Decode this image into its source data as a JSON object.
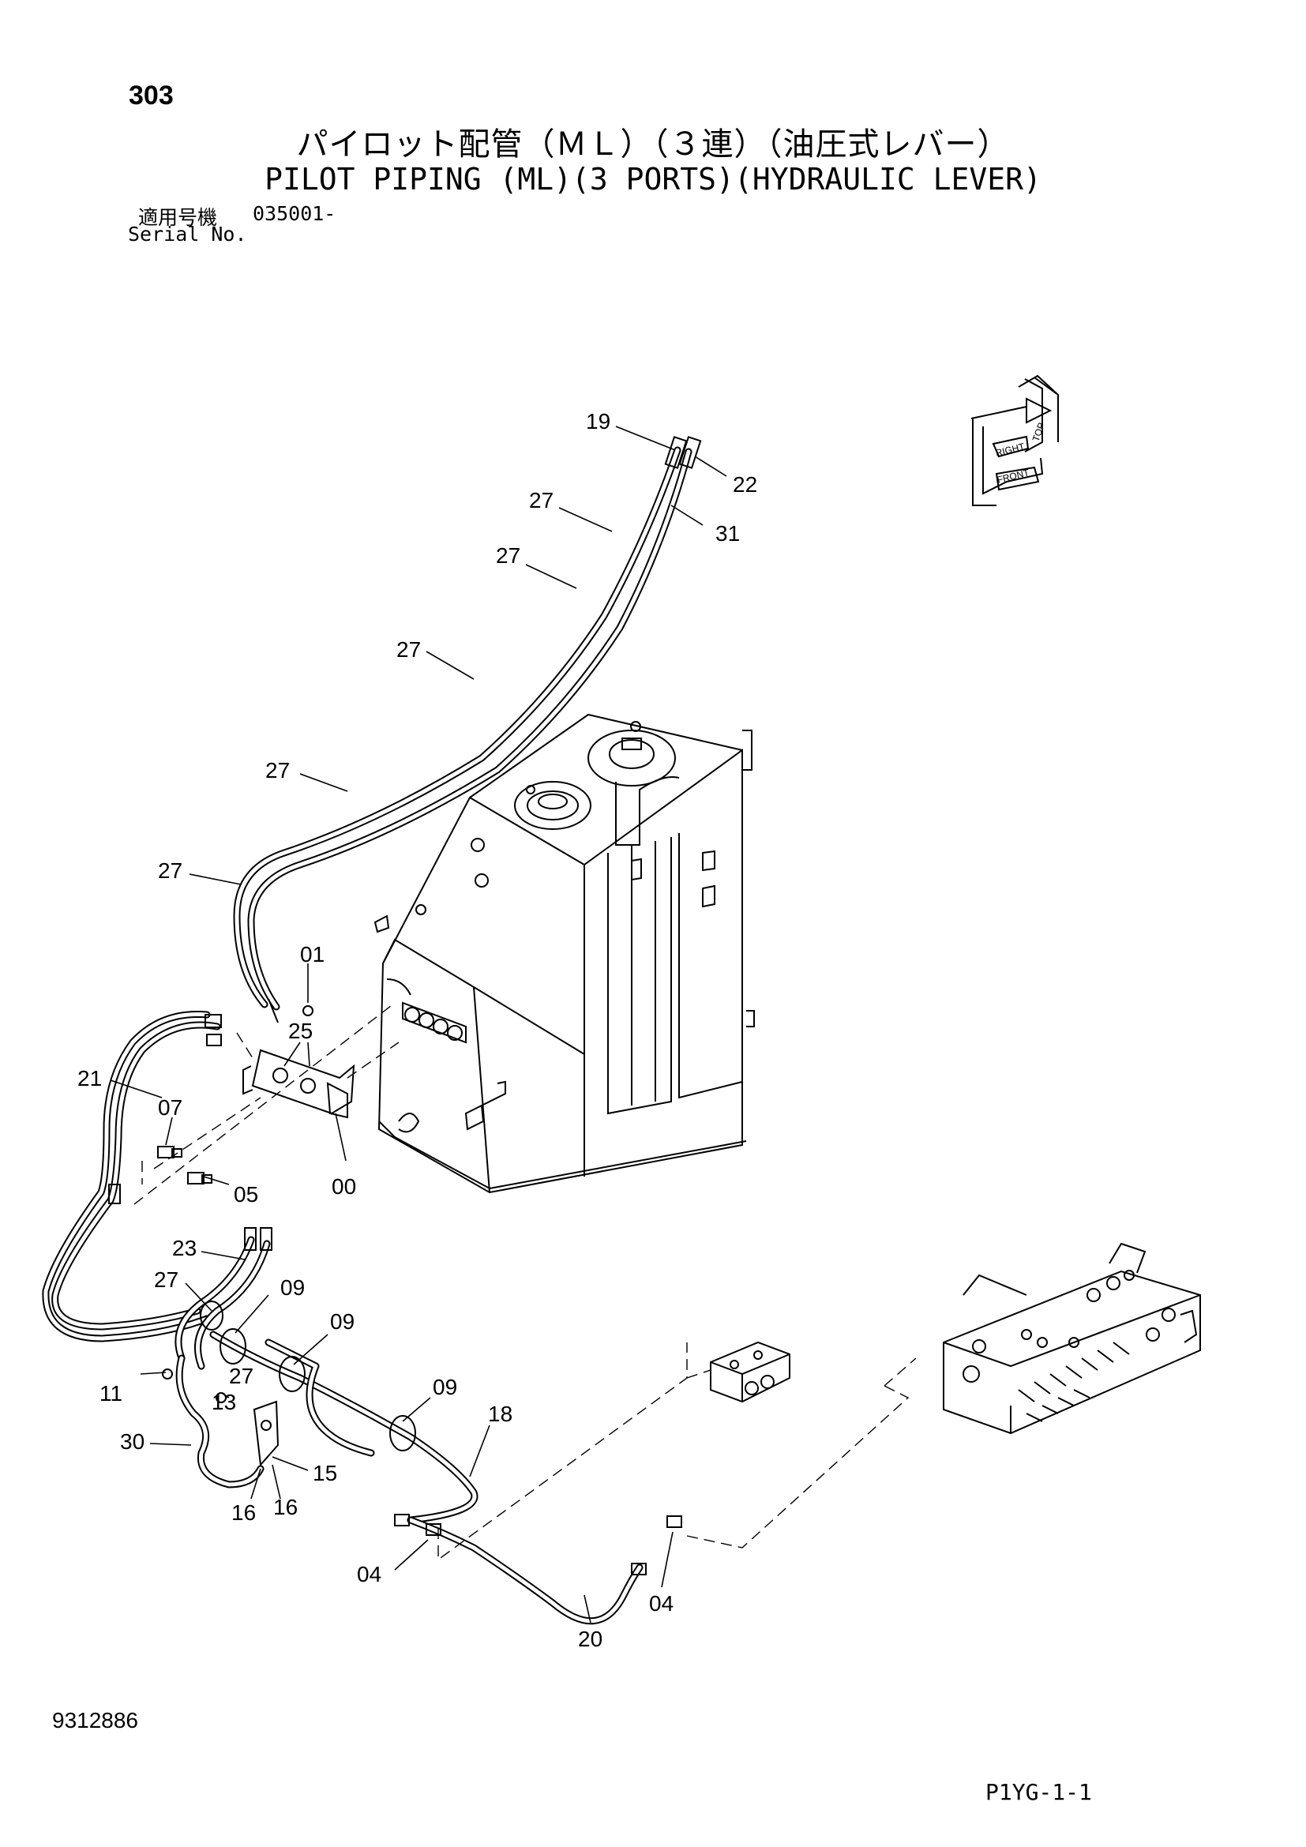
{
  "header": {
    "page_number": "303",
    "title_jp": "パイロット配管（ＭＬ）（３連）（油圧式レバー）",
    "title_en": "PILOT PIPING (ML)(3 PORTS)(HYDRAULIC LEVER)",
    "serial_label_jp": "適用号機",
    "serial_code": "035001-",
    "serial_label_en": "Serial No."
  },
  "footer": {
    "drawing_number": "9312886",
    "sheet_code": "P1YG-1-1"
  },
  "orientation": {
    "top": "TOP",
    "right": "RIGHT",
    "front": "FRONT"
  },
  "callouts": {
    "c19": "19",
    "c22": "22",
    "c31": "31",
    "c27_a": "27",
    "c27_b": "27",
    "c27_c": "27",
    "c27_d": "27",
    "c27_e": "27",
    "c27_f": "27",
    "c27_g": "27",
    "c01": "01",
    "c25": "25",
    "c21": "21",
    "c07": "07",
    "c05": "05",
    "c00": "00",
    "c23": "23",
    "c09_a": "09",
    "c09_b": "09",
    "c09_c": "09",
    "c11": "11",
    "c13": "13",
    "c18": "18",
    "c30": "30",
    "c15": "15",
    "c16_a": "16",
    "c16_b": "16",
    "c04_a": "04",
    "c04_b": "04",
    "c20": "20"
  }
}
